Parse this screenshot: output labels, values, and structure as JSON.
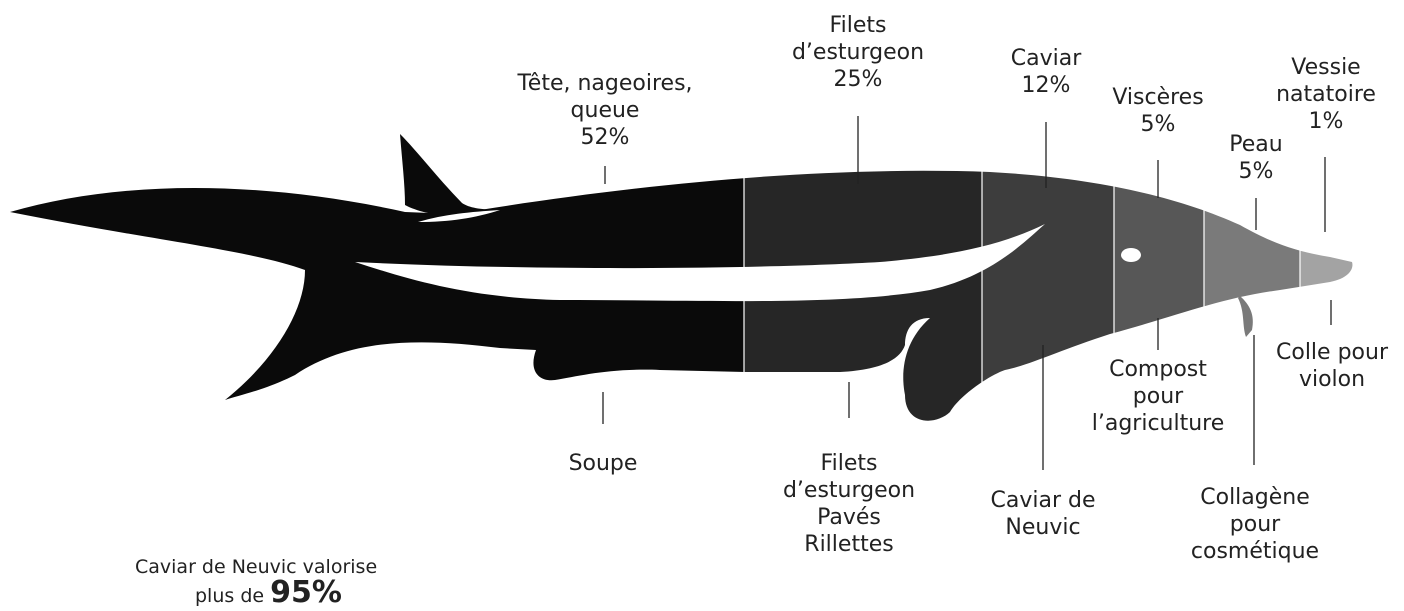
{
  "labels_top": {
    "head": {
      "lines": [
        "Tête, nageoires,",
        "queue",
        "52%"
      ]
    },
    "fillets": {
      "lines": [
        "Filets",
        "d’esturgeon",
        "25%"
      ]
    },
    "caviar": {
      "lines": [
        "Caviar",
        "12%"
      ]
    },
    "viscera": {
      "lines": [
        "Viscères",
        "5%"
      ]
    },
    "skin": {
      "lines": [
        "Peau",
        "5%"
      ]
    },
    "bladder": {
      "lines": [
        "Vessie",
        "natatoire",
        "1%"
      ]
    }
  },
  "labels_bottom": {
    "soup": {
      "lines": [
        "Soupe"
      ]
    },
    "fillets_products": {
      "lines": [
        "Filets",
        "d’esturgeon",
        "Pavés",
        "Rillettes"
      ]
    },
    "caviar_brand": {
      "lines": [
        "Caviar de",
        "Neuvic"
      ]
    },
    "compost": {
      "lines": [
        "Compost",
        "pour",
        "l’agriculture"
      ]
    },
    "collagen": {
      "lines": [
        "Collagène",
        "pour",
        "cosmétique"
      ]
    },
    "glue": {
      "lines": [
        "Colle pour",
        "violon"
      ]
    }
  },
  "footer": {
    "line1": "Caviar de Neuvic valorise",
    "line2_prefix": "plus de",
    "line2_big": "95%"
  },
  "colors": {
    "tail_section": "#0a0a0a",
    "fillets_section": "#262626",
    "caviar_section": "#3d3d3d",
    "viscera_section": "#575757",
    "skin_section": "#7a7a7a",
    "bladder_section": "#a3a3a3"
  }
}
